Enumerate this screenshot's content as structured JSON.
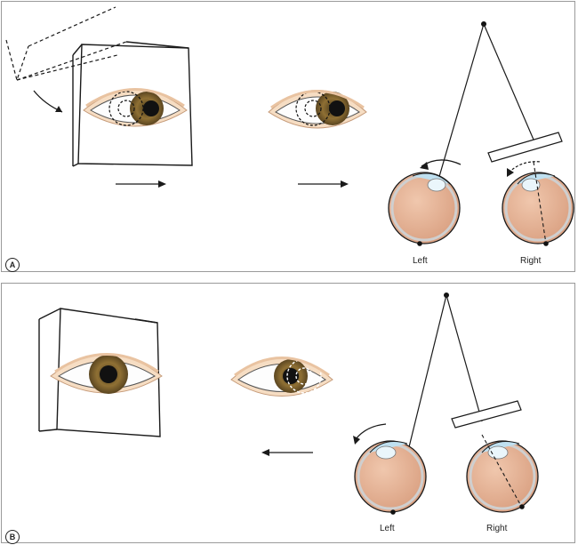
{
  "panels": [
    {
      "badge": "A",
      "eye_labels": {
        "left": "Left",
        "right": "Right"
      }
    },
    {
      "badge": "B",
      "eye_labels": {
        "left": "Left",
        "right": "Right"
      }
    }
  ],
  "colors": {
    "skin": "#f6ddc3",
    "skin_shadow": "#e9c3a1",
    "iris": "#8f7034",
    "iris_dark": "#5a4520",
    "pupil": "#111111",
    "globe_fill": "#e7b79c",
    "sclera_ring": "#d5d5d5",
    "cornea": "#bfe0f0",
    "outline": "#1a1a1a"
  },
  "icons": [
    "cover-occluder-icon",
    "prism-icon",
    "rotation-arrow-icon",
    "direction-arrow-icon"
  ]
}
